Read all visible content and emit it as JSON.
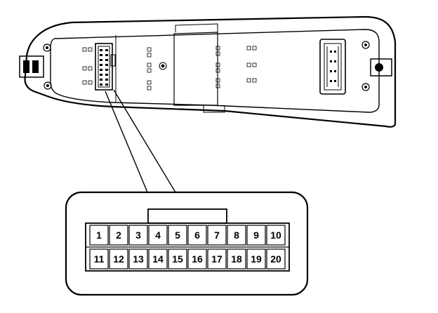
{
  "diagram": {
    "connector_rows": [
      [
        "1",
        "2",
        "3",
        "4",
        "5",
        "6",
        "7",
        "8",
        "9",
        "10"
      ],
      [
        "11",
        "12",
        "13",
        "14",
        "15",
        "16",
        "17",
        "18",
        "19",
        "20"
      ]
    ],
    "colors": {
      "line": "#000000",
      "background": "#ffffff"
    }
  }
}
